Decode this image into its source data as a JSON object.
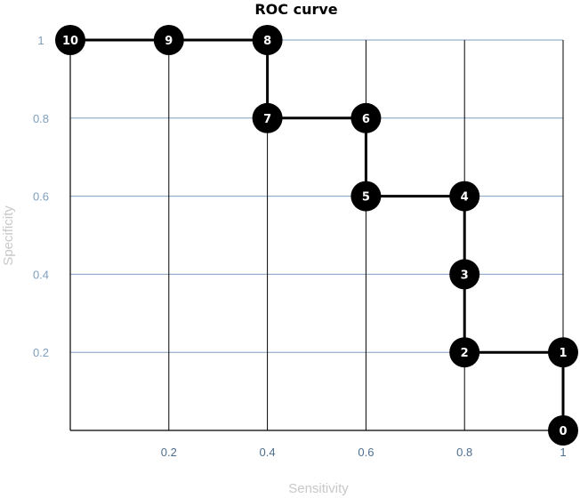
{
  "chart_data": {
    "type": "scatter",
    "title": "ROC curve",
    "xlabel": "Sensitivity",
    "ylabel": "Specificity",
    "xlim": [
      0,
      1
    ],
    "ylim": [
      0,
      1
    ],
    "x_ticks": [
      "0.2",
      "0.4",
      "0.6",
      "0.8",
      "1"
    ],
    "y_ticks": [
      "0.2",
      "0.4",
      "0.6",
      "0.8",
      "1"
    ],
    "grid": true,
    "colors": {
      "vertical_grid": "#000000",
      "horizontal_grid": "#7f9fbf",
      "line": "#000000",
      "marker": "#000000",
      "marker_label": "#ffffff"
    },
    "points": [
      {
        "label": "0",
        "x": 1.0,
        "y": 0.0
      },
      {
        "label": "1",
        "x": 1.0,
        "y": 0.2
      },
      {
        "label": "2",
        "x": 0.8,
        "y": 0.2
      },
      {
        "label": "3",
        "x": 0.8,
        "y": 0.4
      },
      {
        "label": "4",
        "x": 0.8,
        "y": 0.6
      },
      {
        "label": "5",
        "x": 0.6,
        "y": 0.6
      },
      {
        "label": "6",
        "x": 0.6,
        "y": 0.8
      },
      {
        "label": "7",
        "x": 0.4,
        "y": 0.8
      },
      {
        "label": "8",
        "x": 0.4,
        "y": 1.0
      },
      {
        "label": "9",
        "x": 0.2,
        "y": 1.0
      },
      {
        "label": "10",
        "x": 0.0,
        "y": 1.0
      }
    ]
  }
}
